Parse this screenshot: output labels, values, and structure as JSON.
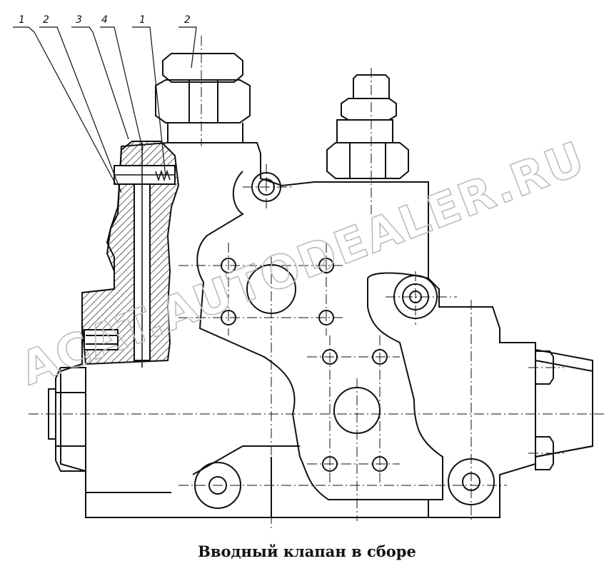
{
  "figure": {
    "caption": "Вводный клапан в сборе",
    "callouts": [
      "1",
      "2",
      "3",
      "4",
      "1",
      "2"
    ],
    "watermark": "ACAT.AUTODEALER.RU"
  }
}
